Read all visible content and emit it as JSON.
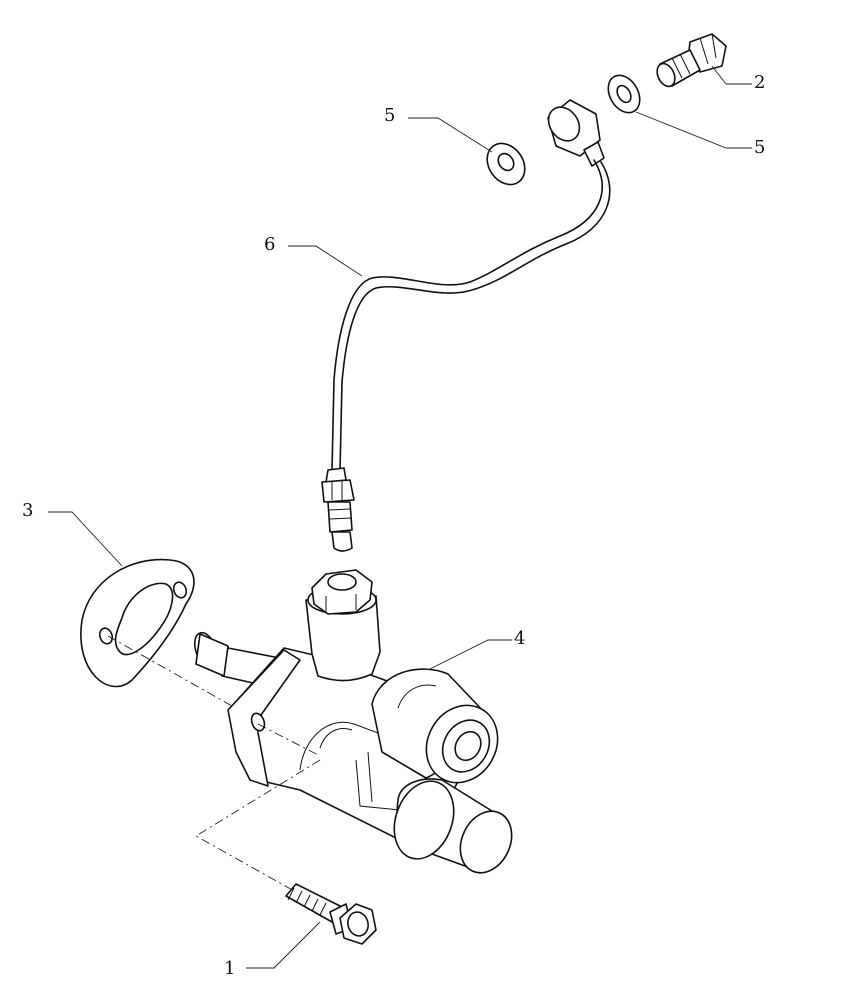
{
  "callouts": {
    "bolt": "1",
    "banjo_bolt": "2",
    "gasket": "3",
    "pump": "4",
    "washer_left": "5",
    "washer_right": "5",
    "pipe": "6"
  }
}
